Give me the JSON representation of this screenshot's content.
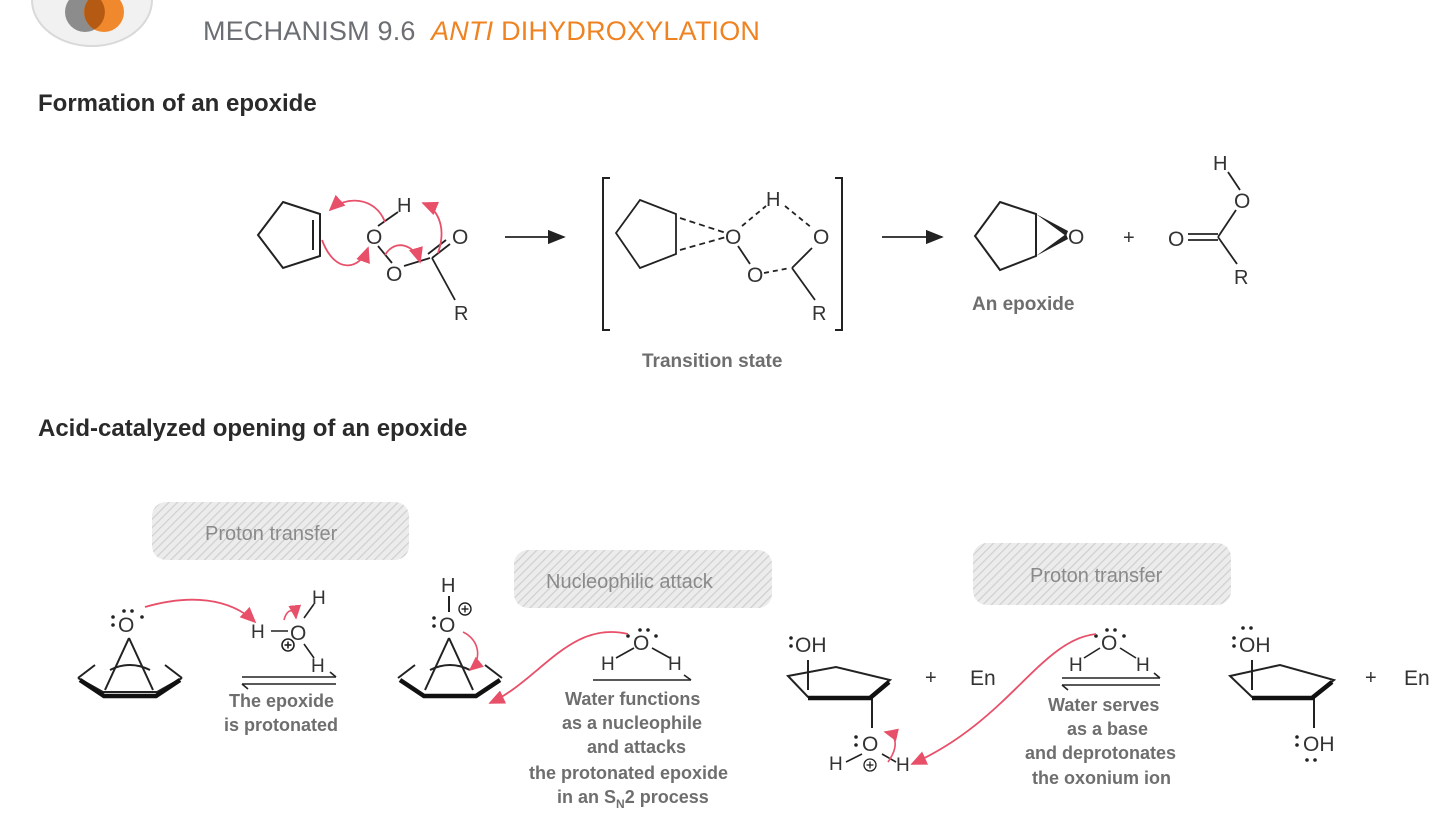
{
  "header": {
    "mechanism": "MECHANISM 9.6",
    "anti": "ANTI",
    "title_rest": "DIHYDROXYLATION"
  },
  "sections": {
    "formation": "Formation of an epoxide",
    "opening": "Acid-catalyzed opening of an epoxide"
  },
  "atoms": {
    "O": "O",
    "H": "H",
    "R": "R",
    "OH": "OH",
    "plus": "+",
    "En": "En"
  },
  "labels": {
    "transition_state": "Transition state",
    "an_epoxide": "An epoxide"
  },
  "steps": {
    "step1_badge": "Proton transfer",
    "step2_badge": "Nucleophilic attack",
    "step3_badge": "Proton transfer",
    "step1_caption": [
      "The epoxide",
      "is protonated"
    ],
    "step2_caption": [
      "Water functions",
      "as a nucleophile",
      "and attacks",
      "the protonated epoxide"
    ],
    "step2_caption_last": {
      "pre": "in an S",
      "sub": "N",
      "post": "2 process"
    },
    "step3_caption": [
      "Water serves",
      "as a base",
      "and deprotonates",
      "the oxonium ion"
    ]
  },
  "colors": {
    "orange": "#ef8322",
    "gray_header": "#6b6e72",
    "arrow_red": "#e8506a",
    "badge_gray": "#e2e2e2"
  }
}
